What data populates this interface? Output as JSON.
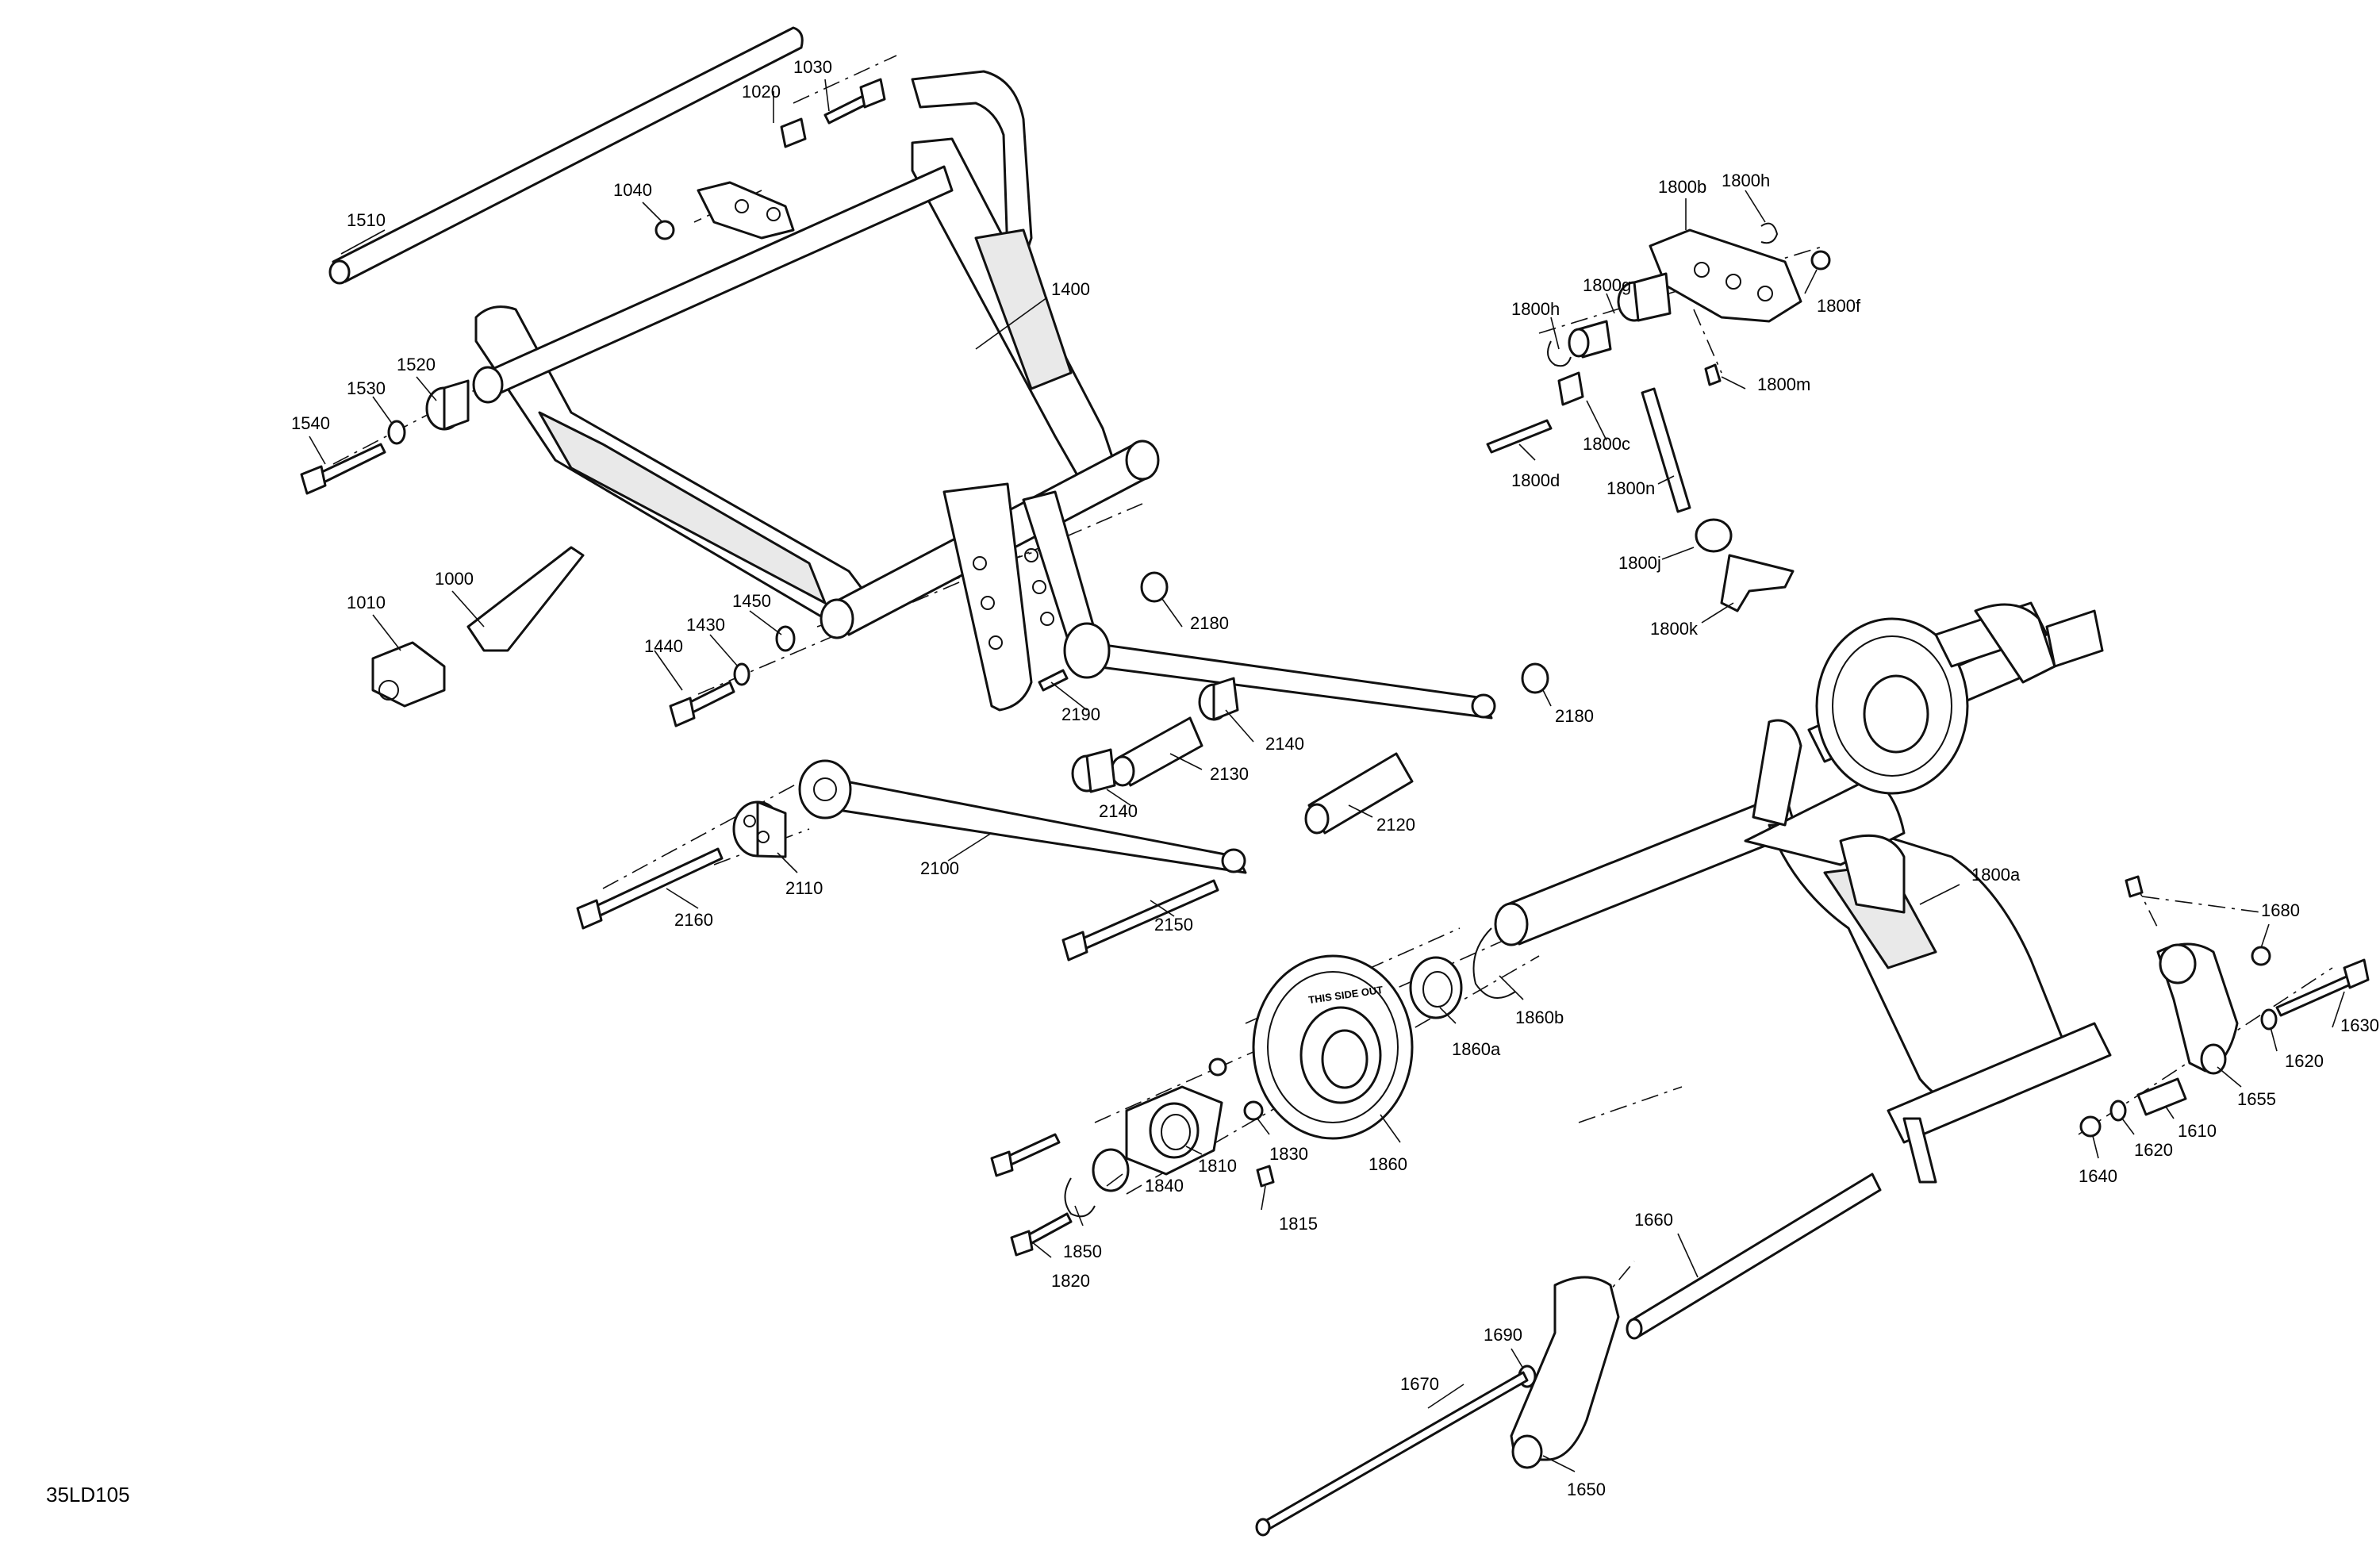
{
  "diagram": {
    "document_id": "35LD105",
    "wheel_imprint": "THIS SIDE OUT",
    "callouts": {
      "c1000": "1000",
      "c1010": "1010",
      "c1020": "1020",
      "c1030": "1030",
      "c1040": "1040",
      "c1400": "1400",
      "c1430": "1430",
      "c1440": "1440",
      "c1450": "1450",
      "c1510": "1510",
      "c1520": "1520",
      "c1530": "1530",
      "c1540": "1540",
      "c1610": "1610",
      "c1620a": "1620",
      "c1620b": "1620",
      "c1630": "1630",
      "c1640": "1640",
      "c1650": "1650",
      "c1655": "1655",
      "c1660": "1660",
      "c1670": "1670",
      "c1680": "1680",
      "c1690": "1690",
      "c1800a": "1800a",
      "c1800b": "1800b",
      "c1800c": "1800c",
      "c1800d": "1800d",
      "c1800f": "1800f",
      "c1800g": "1800g",
      "c1800h1": "1800h",
      "c1800h2": "1800h",
      "c1800j": "1800j",
      "c1800k": "1800k",
      "c1800m": "1800m",
      "c1800n": "1800n",
      "c1810": "1810",
      "c1815": "1815",
      "c1820": "1820",
      "c1830": "1830",
      "c1840": "1840",
      "c1850": "1850",
      "c1860": "1860",
      "c1860a": "1860a",
      "c1860b": "1860b",
      "c2100": "2100",
      "c2110": "2110",
      "c2120": "2120",
      "c2130": "2130",
      "c2140a": "2140",
      "c2140b": "2140",
      "c2150": "2150",
      "c2160": "2160",
      "c2180a": "2180",
      "c2180b": "2180",
      "c2190": "2190"
    }
  }
}
